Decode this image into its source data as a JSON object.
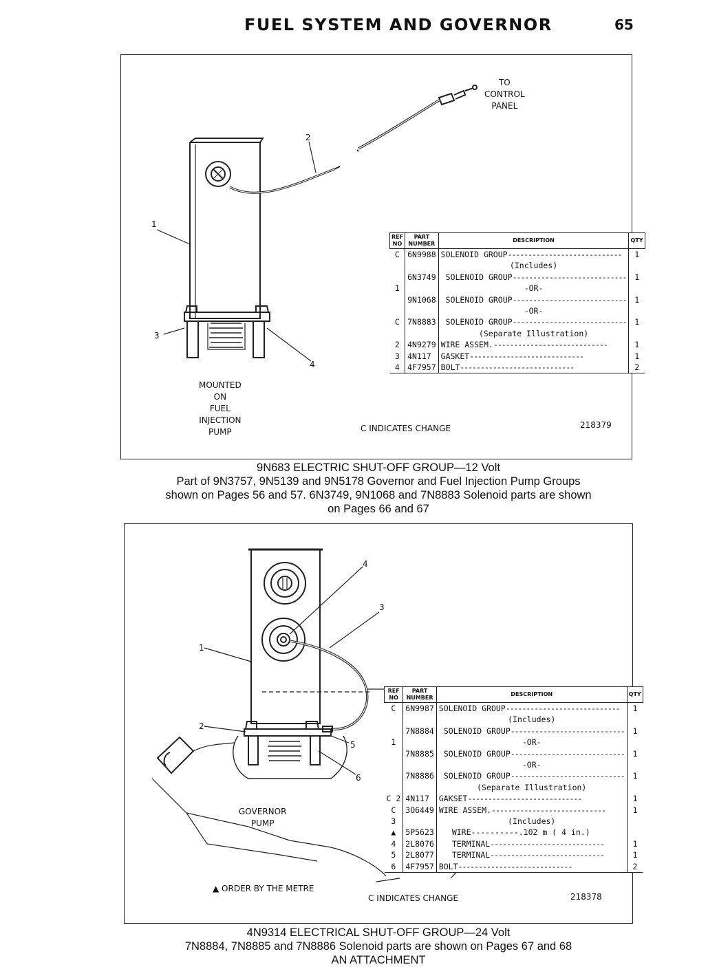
{
  "header": {
    "title": "FUEL SYSTEM AND GOVERNOR",
    "page_number": "65"
  },
  "figure1": {
    "labels": {
      "to_control_panel": [
        "TO",
        "CONTROL",
        "PANEL"
      ],
      "mounted": [
        "MOUNTED",
        "ON",
        "FUEL",
        "INJECTION",
        "PUMP"
      ],
      "callouts": [
        "1",
        "2",
        "3",
        "4"
      ]
    },
    "table": {
      "headers": {
        "ref": [
          "REF",
          "NO"
        ],
        "part": [
          "PART",
          "NUMBER"
        ],
        "desc": "DESCRIPTION",
        "qty": "QTY"
      },
      "rows": [
        {
          "ref": "C",
          "part": "6N9988",
          "desc": "SOLENOID GROUP",
          "qty": "1"
        },
        {
          "ref": "",
          "part": "",
          "desc": "(Includes)",
          "qty": ""
        },
        {
          "ref": "",
          "part": "6N3749",
          "desc": "SOLENOID GROUP",
          "qty": "1"
        },
        {
          "ref": "1",
          "part": "",
          "desc": "-OR-",
          "qty": ""
        },
        {
          "ref": "",
          "part": "9N1068",
          "desc": "SOLENOID GROUP",
          "qty": "1"
        },
        {
          "ref": "",
          "part": "",
          "desc": "-OR-",
          "qty": ""
        },
        {
          "ref": "C",
          "part": "7N8883",
          "desc": "SOLENOID GROUP",
          "qty": "1"
        },
        {
          "ref": "",
          "part": "",
          "desc": "(Separate Illustration)",
          "qty": ""
        },
        {
          "ref": "2",
          "part": "4N9279",
          "desc": "WIRE ASSEM.",
          "qty": "1"
        },
        {
          "ref": "3",
          "part": "4N117",
          "desc": "GASKET",
          "qty": "1"
        },
        {
          "ref": "4",
          "part": "4F7957",
          "desc": "BOLT",
          "qty": "2"
        }
      ]
    },
    "change_note": "C INDICATES CHANGE",
    "illustration_number": "218379"
  },
  "caption1": {
    "title": "9N683 ELECTRIC SHUT-OFF GROUP—12 Volt",
    "lines": [
      "Part of 9N3757, 9N5139 and 9N5178 Governor and Fuel Injection Pump Groups",
      "shown on Pages 56 and 57. 6N3749, 9N1068 and 7N8883 Solenoid parts are shown",
      "on Pages 66 and 67"
    ]
  },
  "figure2": {
    "labels": {
      "governor_pump": [
        "GOVERNOR",
        "PUMP"
      ],
      "order_note": "▲ ORDER BY THE METRE",
      "callouts": [
        "1",
        "2",
        "3",
        "4",
        "5",
        "6"
      ]
    },
    "table": {
      "headers": {
        "ref": [
          "REF",
          "NO"
        ],
        "part": [
          "PART",
          "NUMBER"
        ],
        "desc": "DESCRIPTION",
        "qty": "QTY"
      },
      "rows": [
        {
          "ref": "C",
          "part": "6N9987",
          "desc": "SOLENOID GROUP",
          "qty": "1"
        },
        {
          "ref": "",
          "part": "",
          "desc": "(Includes)",
          "qty": ""
        },
        {
          "ref": "",
          "part": "7N8884",
          "desc": "SOLENOID GROUP",
          "qty": "1"
        },
        {
          "ref": "1",
          "part": "",
          "desc": "-OR-",
          "qty": ""
        },
        {
          "ref": "",
          "part": "7N8885",
          "desc": "SOLENOID GROUP",
          "qty": "1"
        },
        {
          "ref": "",
          "part": "",
          "desc": "-OR-",
          "qty": ""
        },
        {
          "ref": "",
          "part": "7N8886",
          "desc": "SOLENOID GROUP",
          "qty": "1"
        },
        {
          "ref": "",
          "part": "",
          "desc": "(Separate Illustration)",
          "qty": ""
        },
        {
          "ref": "C 2",
          "part": "4N117",
          "desc": "GAKSET",
          "qty": "1"
        },
        {
          "ref": "C",
          "part": "3O6449",
          "desc": "WIRE ASSEM.",
          "qty": "1"
        },
        {
          "ref": "3",
          "part": "",
          "desc": "(Includes)",
          "qty": ""
        },
        {
          "ref": "▲",
          "part": "5P5623",
          "desc": "WIRE----------.102 m ( 4 in.)",
          "qty": ""
        },
        {
          "ref": "4",
          "part": "2L8076",
          "desc": "TERMINAL",
          "qty": "1"
        },
        {
          "ref": "5",
          "part": "2L8077",
          "desc": "TERMINAL",
          "qty": "1"
        },
        {
          "ref": "6",
          "part": "4F7957",
          "desc": "BOLT",
          "qty": "2"
        }
      ]
    },
    "change_note": "C INDICATES CHANGE",
    "illustration_number": "218378"
  },
  "caption2": {
    "title": "4N9314 ELECTRICAL SHUT-OFF GROUP—24 Volt",
    "lines": [
      "7N8884, 7N8885 and 7N8886 Solenoid parts are shown on Pages 67 and 68",
      "AN ATTACHMENT"
    ]
  }
}
